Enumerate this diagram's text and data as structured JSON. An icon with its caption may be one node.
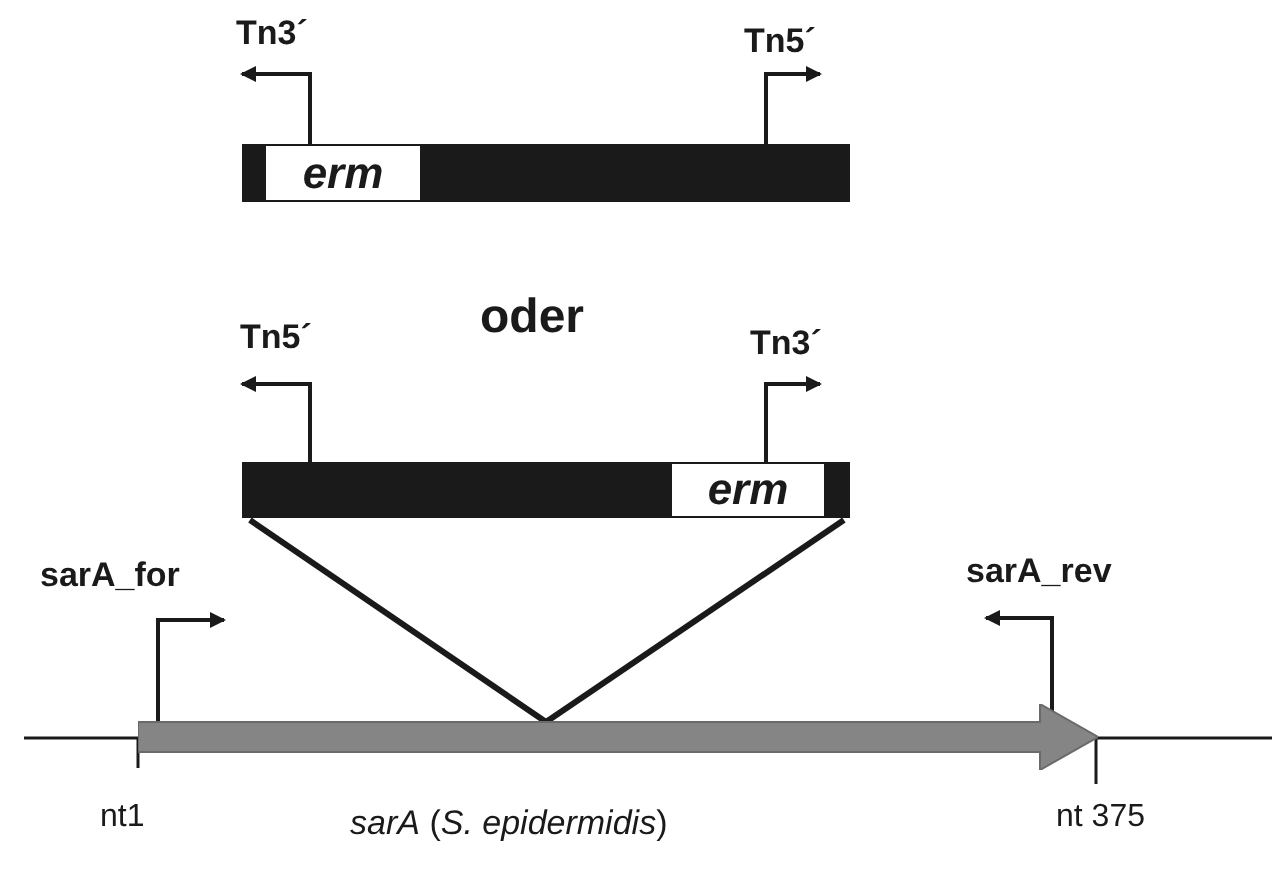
{
  "diagram": {
    "nodes": [
      {
        "text": [
          "*erm*"
        ]
      },
      {
        "text": [
          "*erm*"
        ]
      },
      {
        "text": [],
        "shape": "arrow",
        "beside": [
          "*sarA* (*S. epidermidis*)"
        ]
      }
    ],
    "edges": [
      {
        "from": 1,
        "to": 2,
        "arrow": "none"
      },
      {
        "from": 1,
        "to": 2,
        "arrow": "none"
      }
    ],
    "labels": [
      "Tn3´",
      "Tn5´",
      "oder",
      "Tn5´",
      "Tn3´",
      "sarA_for",
      "sarA_rev",
      "nt1",
      "nt 375"
    ]
  }
}
